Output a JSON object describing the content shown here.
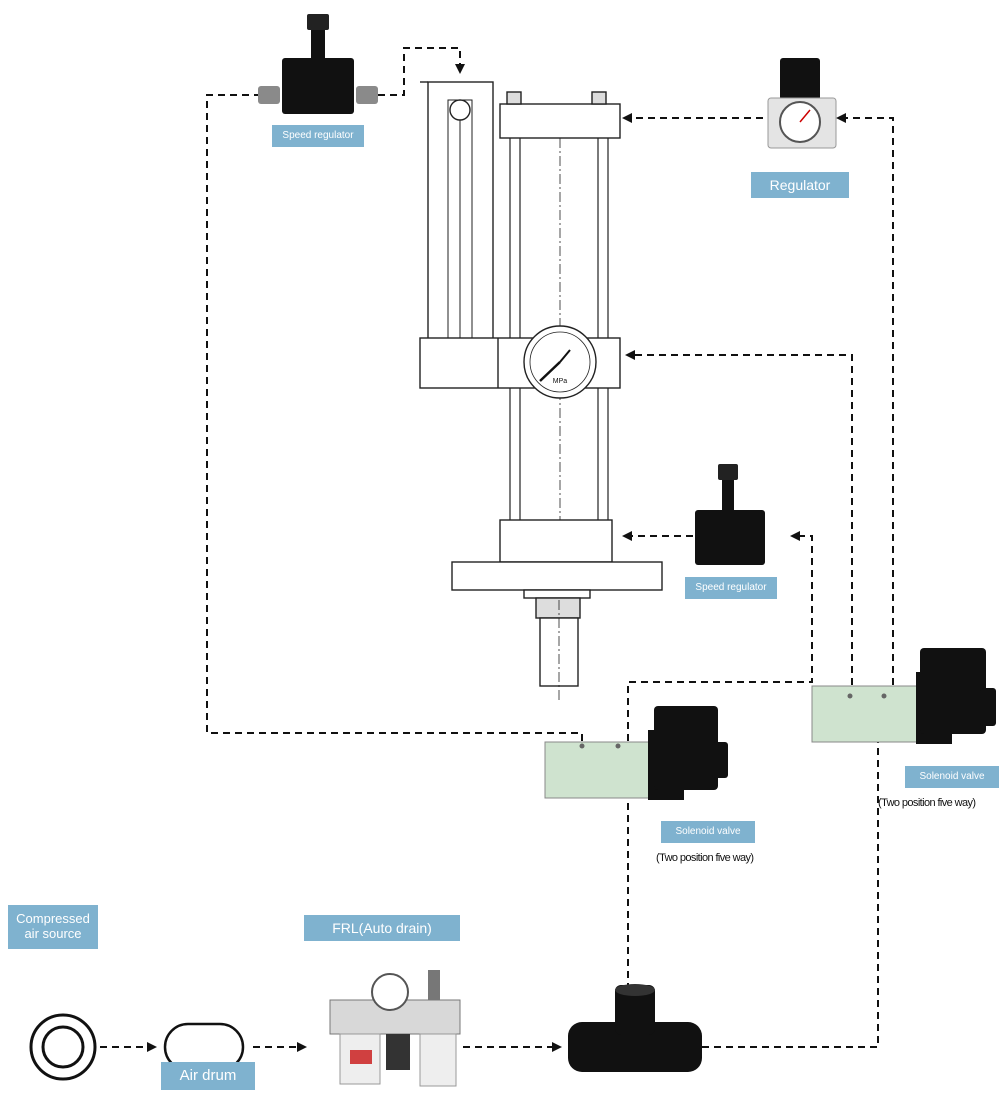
{
  "labels": {
    "speed_regulator_top": "Speed regulator",
    "regulator": "Regulator",
    "speed_regulator_mid": "Speed regulator",
    "solenoid_valve_right": "Solenoid valve",
    "solenoid_valve_right_note": "(Two position five way)",
    "solenoid_valve_left": "Solenoid valve",
    "solenoid_valve_left_note": "(Two position five way)",
    "compressed_air_source": "Compressed air source",
    "frl": "FRL(Auto drain)",
    "air_drum": "Air drum"
  },
  "gauge_unit": "MPa",
  "colors": {
    "label_bg": "#7fb2cf",
    "label_text": "#ffffff",
    "line": "#111111",
    "valve_body": "#cfe3cf",
    "component_black": "#111111"
  }
}
